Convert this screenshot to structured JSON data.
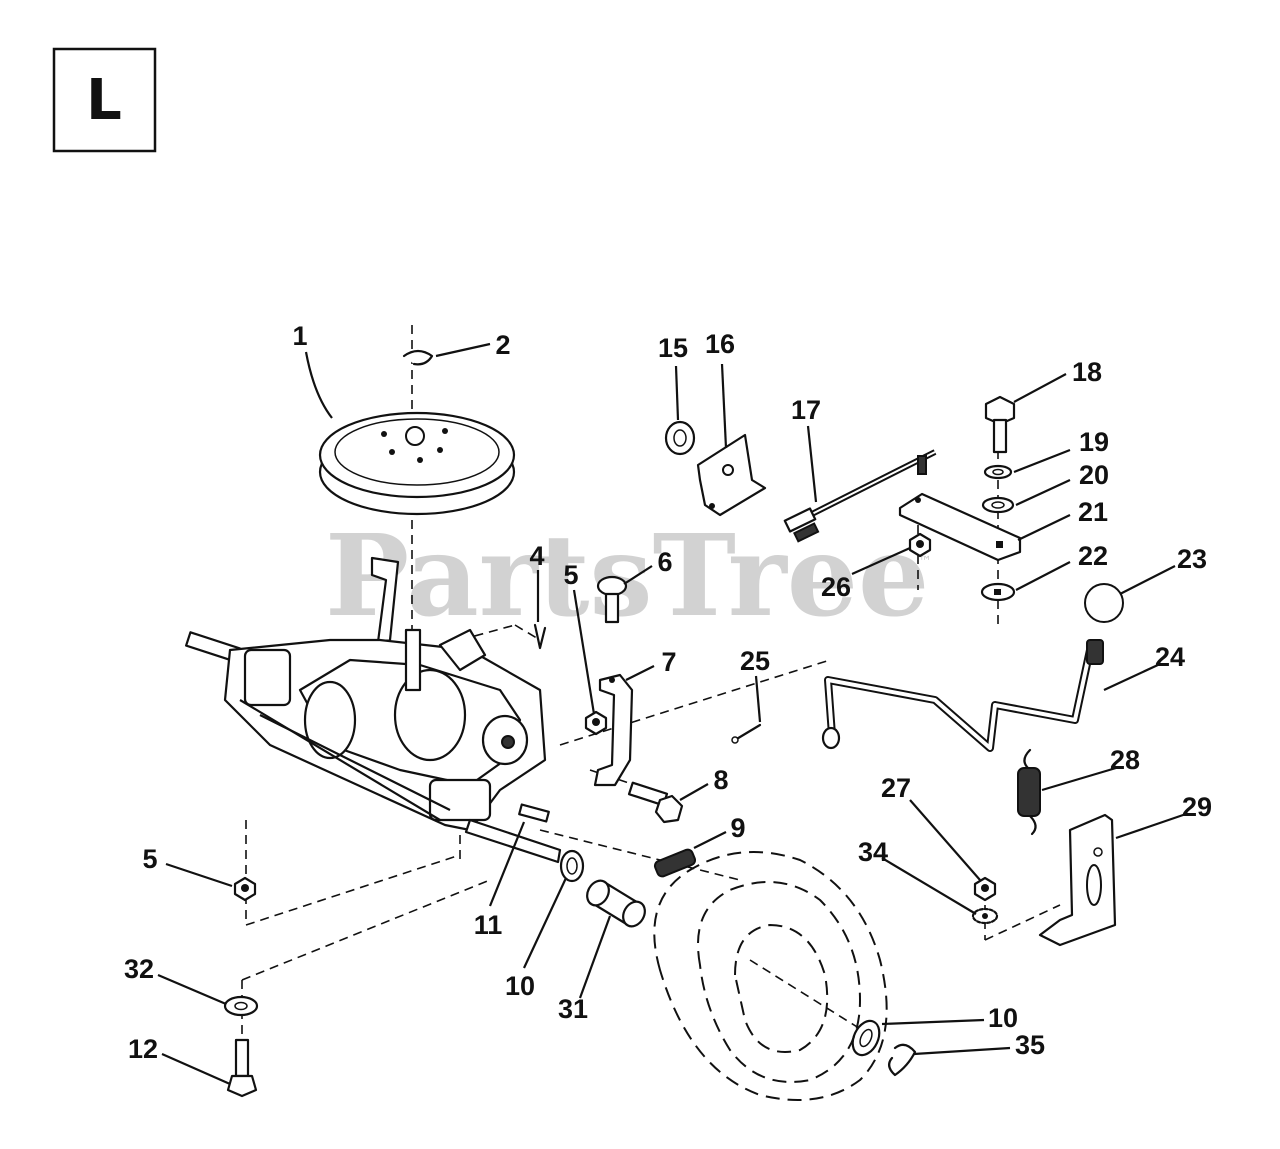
{
  "section": {
    "letter": "L"
  },
  "watermark": {
    "text": "PartsTree",
    "mark": "™"
  },
  "colors": {
    "ink": "#111111",
    "watermark": "#d2d2d2",
    "background": "#ffffff"
  },
  "callouts": {
    "c1": "1",
    "c2": "2",
    "c4": "4",
    "c5a": "5",
    "c5b": "5",
    "c6": "6",
    "c7": "7",
    "c8": "8",
    "c9": "9",
    "c10a": "10",
    "c10b": "10",
    "c11": "11",
    "c12": "12",
    "c15": "15",
    "c16": "16",
    "c17": "17",
    "c18": "18",
    "c19": "19",
    "c20": "20",
    "c21": "21",
    "c22": "22",
    "c23": "23",
    "c24": "24",
    "c25": "25",
    "c26": "26",
    "c27": "27",
    "c28": "28",
    "c29": "29",
    "c31": "31",
    "c32": "32",
    "c34": "34",
    "c35": "35"
  }
}
